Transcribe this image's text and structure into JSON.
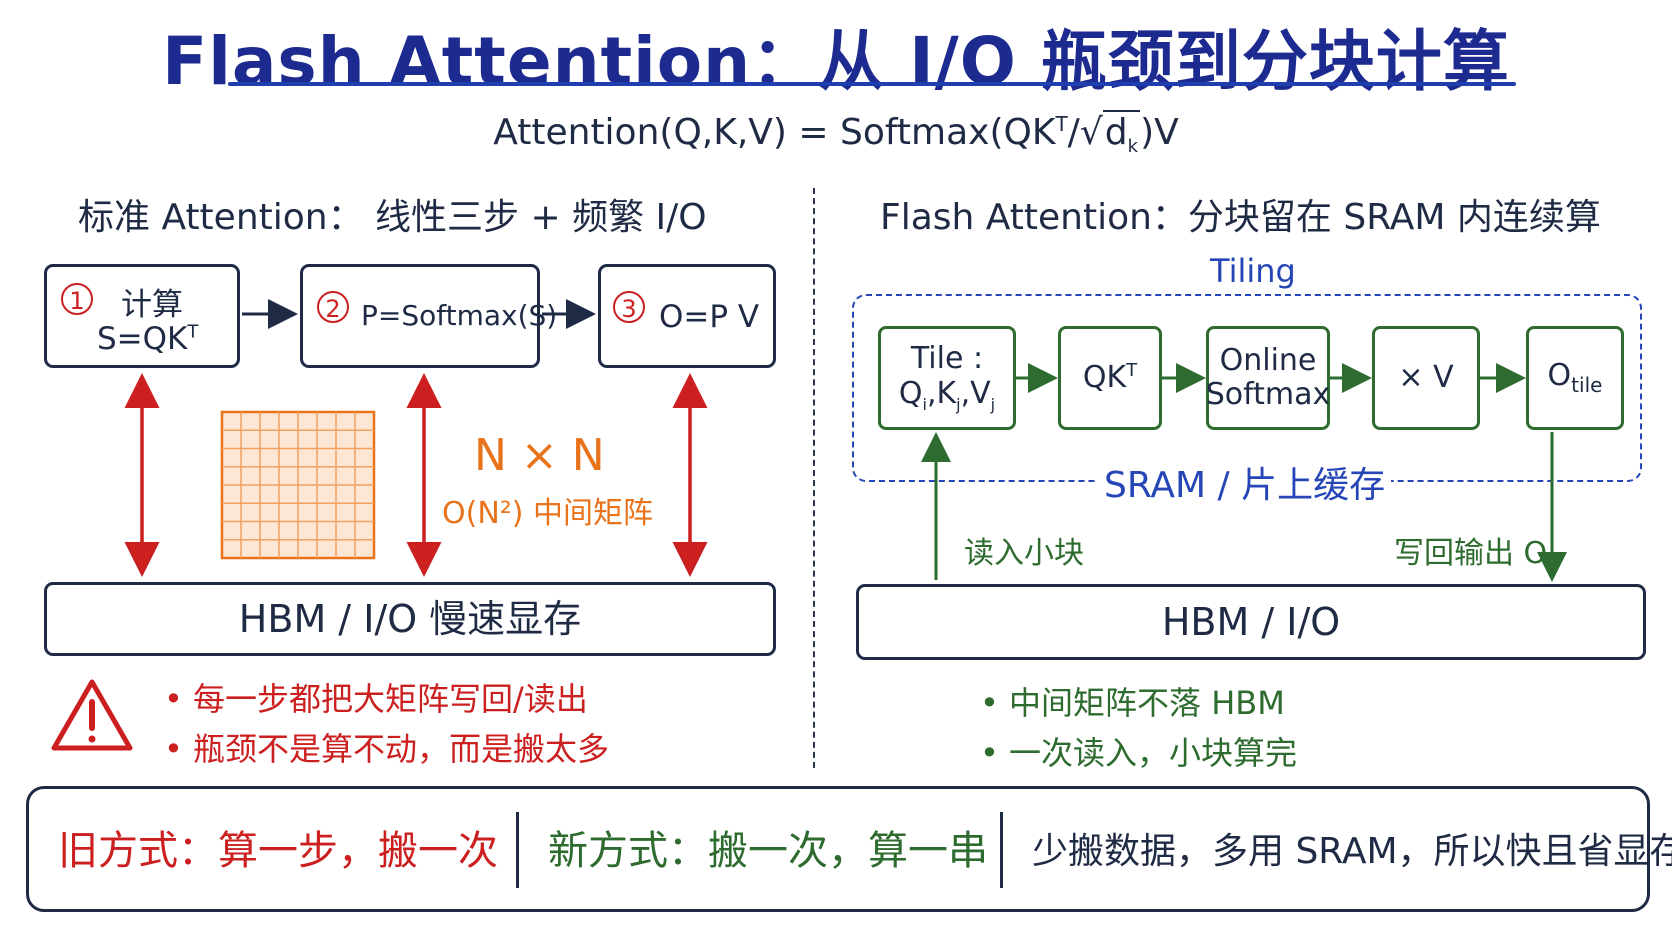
{
  "title": "Flash Attention：从 I/O 瓶颈到分块计算",
  "formula": {
    "lhs": "Attention(Q,K,V) = Softmax(QK",
    "sup_T": "T",
    "slash": "/",
    "sqrt_sign": "√",
    "dk": "d",
    "dk_sub": "k",
    "rhs": ")V"
  },
  "left": {
    "heading": "标准 Attention： 线性三步 + 频繁 I/O",
    "steps": [
      {
        "num": "1",
        "line1": "计算",
        "line2": "S=QK",
        "sup": "T"
      },
      {
        "num": "2",
        "line1": "P=Softmax(S)"
      },
      {
        "num": "3",
        "line1": "O=P V"
      }
    ],
    "matrix_label": "N × N",
    "matrix_sub": "O(N²) 中间矩阵",
    "hbm": "HBM / I/O 慢速显存",
    "bullets": [
      "• 每一步都把大矩阵写回/读出",
      "• 瓶颈不是算不动，而是搬太多"
    ],
    "warning_icon": "warning-triangle-icon"
  },
  "right": {
    "heading": "Flash Attention：分块留在 SRAM 内连续算",
    "tiling_label": "Tiling",
    "sram_label": "SRAM / 片上缓存",
    "tiles": [
      {
        "line1": "Tile :",
        "line2": "Qi,Kj,Vj"
      },
      {
        "line1": "QK",
        "sup": "T"
      },
      {
        "line1": "Online",
        "line2": "Softmax"
      },
      {
        "line1": "× V"
      },
      {
        "line1": "O",
        "sub": "tile"
      }
    ],
    "read_in": "读入小块",
    "write_back": "写回输出 O",
    "hbm": "HBM / I/O",
    "bullets": [
      "• 中间矩阵不落 HBM",
      "• 一次读入，小块算完"
    ]
  },
  "bottom": {
    "old": "旧方式：算一步，搬一次",
    "new": "新方式：搬一次，算一串",
    "summary": "少搬数据，多用 SRAM，所以快且省显存"
  },
  "colors": {
    "red": "#cc1f1f",
    "green": "#2e6b2e",
    "blue": "#2646b8",
    "orange": "#e8731a",
    "navy": "#1d2a8f"
  }
}
